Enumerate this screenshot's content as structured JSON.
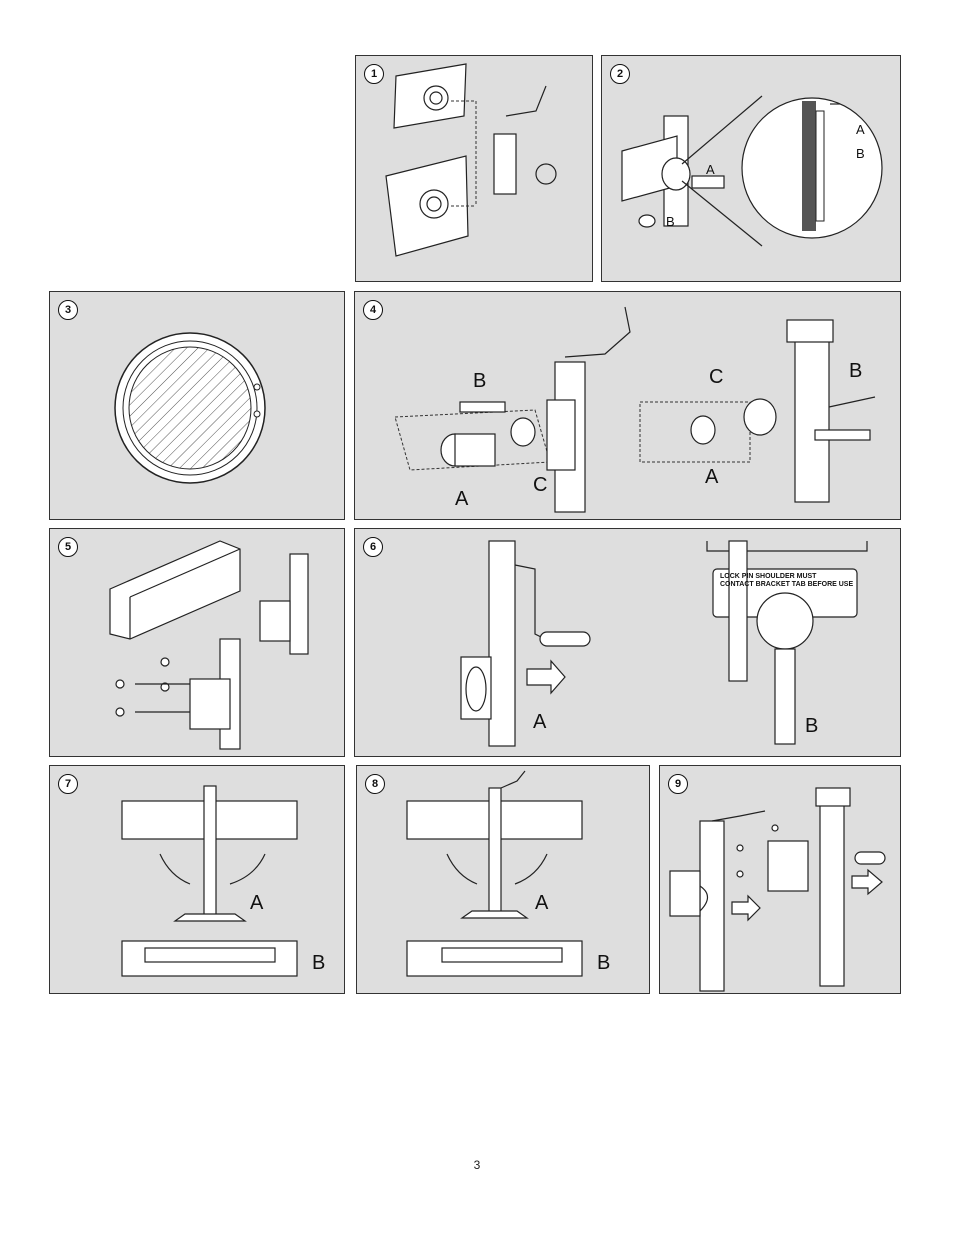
{
  "panels": [
    {
      "number": "1",
      "labels": []
    },
    {
      "number": "2",
      "labels": [
        "A",
        "B",
        "A",
        "B"
      ]
    },
    {
      "number": "3",
      "labels": []
    },
    {
      "number": "4",
      "labels": [
        "B",
        "C",
        "A",
        "C",
        "B",
        "A"
      ]
    },
    {
      "number": "5",
      "labels": []
    },
    {
      "number": "6",
      "labels": [
        "A",
        "B"
      ],
      "decal_line1": "LOCK PIN SHOULDER MUST",
      "decal_line2": "CONTACT BRACKET TAB BEFORE USE"
    },
    {
      "number": "7",
      "labels": [
        "A",
        "B"
      ]
    },
    {
      "number": "8",
      "labels": [
        "A",
        "B"
      ]
    },
    {
      "number": "9",
      "labels": []
    }
  ],
  "page_number": "3"
}
